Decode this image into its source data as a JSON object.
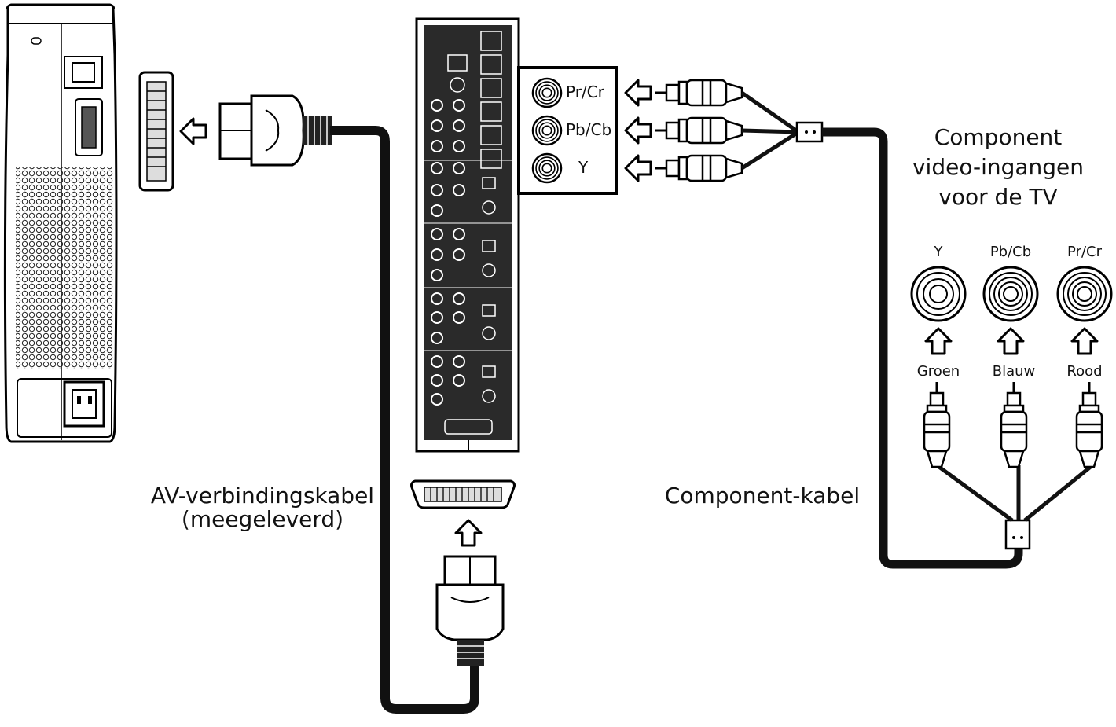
{
  "labels": {
    "av_cable_line1": "AV-verbindingskabel",
    "av_cable_line2": "(meegeleverd)",
    "component_cable": "Component-kabel",
    "tv_title_line1": "Component",
    "tv_title_line2": "video-ingangen",
    "tv_title_line3": "voor de TV"
  },
  "hub_callout": {
    "ports": [
      "Pr/Cr",
      "Pb/Cb",
      "Y"
    ]
  },
  "tv_inputs": [
    {
      "port": "Y",
      "color": "Groen"
    },
    {
      "port": "Pb/Cb",
      "color": "Blauw"
    },
    {
      "port": "Pr/Cr",
      "color": "Rood"
    }
  ],
  "icons": [
    "console",
    "av-port",
    "hub-box",
    "av-connector",
    "rca-plug",
    "rca-jack",
    "arrow"
  ]
}
